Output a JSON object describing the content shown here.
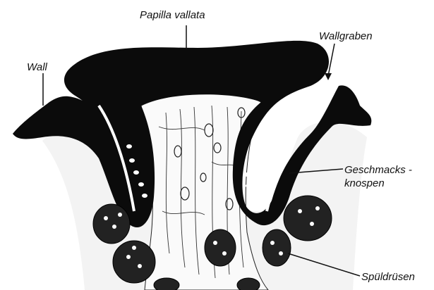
{
  "colors": {
    "ink": "#111111",
    "paper": "#ffffff",
    "tissue": "#f3f3f3"
  },
  "labels": {
    "papilla": "Papilla vallata",
    "wall": "Wall",
    "wallgraben": "Wallgraben",
    "geschmacks_line1": "Geschmacks -",
    "geschmacks_line2": "knospen",
    "spueldruesen": "Spüldrüsen"
  }
}
